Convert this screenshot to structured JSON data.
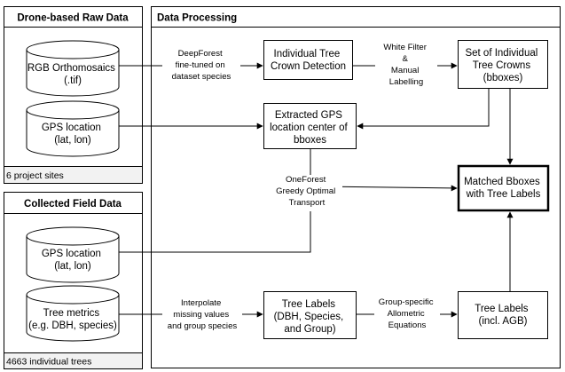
{
  "panels": {
    "drone": {
      "title": "Drone-based Raw Data",
      "footer": "6 project sites"
    },
    "field": {
      "title": "Collected Field Data",
      "footer": "4663 individual trees"
    },
    "processing": {
      "title": "Data Processing"
    }
  },
  "nodes": {
    "rgb": [
      "RGB Orthomosaics",
      "(.tif)"
    ],
    "gps_drone": [
      "GPS location",
      "(lat, lon)"
    ],
    "gps_field": [
      "GPS location",
      "(lat, lon)"
    ],
    "tree_metrics": [
      "Tree metrics",
      "(e.g. DBH, species)"
    ],
    "itcd": [
      "Individual Tree",
      "Crown Detection"
    ],
    "crowns": [
      "Set of Individual",
      "Tree Crowns",
      "(bboxes)"
    ],
    "gps_center": [
      "Extracted GPS",
      "location center of",
      "bboxes"
    ],
    "matched": [
      "Matched Bboxes",
      "with Tree Labels"
    ],
    "labels_dbh": [
      "Tree Labels",
      "(DBH, Species,",
      "and Group)"
    ],
    "labels_agb": [
      "Tree Labels",
      "(incl. AGB)"
    ]
  },
  "edge_labels": {
    "deepforest": [
      "DeepForest",
      "fine-tuned on",
      "dataset species"
    ],
    "white_filter": [
      "White Filter",
      "&",
      "Manual",
      "Labelling"
    ],
    "oneforest": [
      "OneForest",
      "Greedy Optimal",
      "Transport"
    ],
    "interpolate": [
      "Interpolate",
      "missing values",
      "and group species"
    ],
    "allometric": [
      "Group-specific",
      "Allometric",
      "Equations"
    ]
  }
}
